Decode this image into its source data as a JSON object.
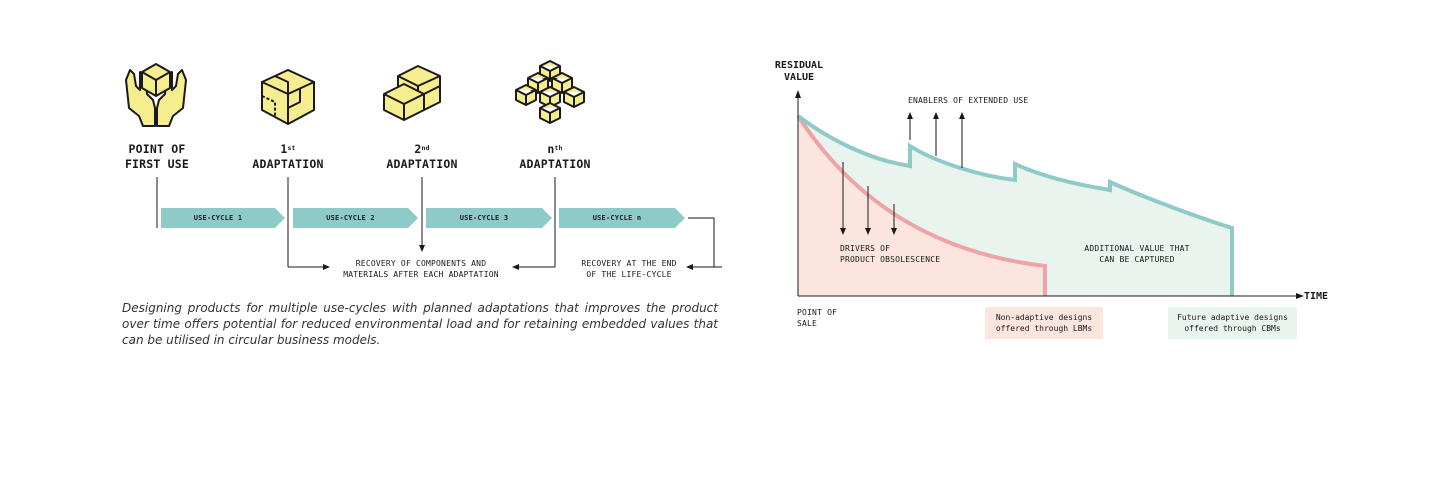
{
  "diagram": {
    "stages": [
      {
        "line1": "POINT OF",
        "line2": "FIRST USE",
        "sup": "",
        "icon": "hands-holding-cube-icon"
      },
      {
        "line1": "1",
        "sup": "st",
        "line2": "ADAPTATION",
        "icon": "cube-exploded-icon"
      },
      {
        "line1": "2",
        "sup": "nd",
        "line2": "ADAPTATION",
        "icon": "cube-stacked-icon"
      },
      {
        "line1": "n",
        "sup": "th",
        "line2": "ADAPTATION",
        "icon": "cube-cluster-icon"
      }
    ],
    "use_cycles": [
      "USE-CYCLE 1",
      "USE-CYCLE 2",
      "USE-CYCLE 3",
      "USE-CYCLE n"
    ],
    "recovery_components": [
      "RECOVERY OF COMPONENTS AND",
      "MATERIALS AFTER EACH ADAPTATION"
    ],
    "recovery_end": [
      "RECOVERY AT THE END",
      "OF THE LIFE-CYCLE"
    ],
    "caption": "Designing products for multiple use-cycles with planned adaptations that improves the product over time offers potential for reduced environmental load and for retaining embedded values that can be utilised in circular business models."
  },
  "graph": {
    "y_axis": [
      "RESIDUAL",
      "VALUE"
    ],
    "x_axis": "TIME",
    "origin": [
      "POINT OF",
      "SALE"
    ],
    "enablers": "ENABLERS OF EXTENDED USE",
    "drivers": [
      "DRIVERS OF",
      "PRODUCT OBSOLESCENCE"
    ],
    "additional": [
      "ADDITIONAL VALUE THAT",
      "CAN BE CAPTURED"
    ],
    "legend_lbm": [
      "Non-adaptive designs",
      "offered through LBMs"
    ],
    "legend_cbm": [
      "Future adaptive designs",
      "offered through CBMs"
    ],
    "colors": {
      "teal": "#8ecac8",
      "teal_fill": "#e9f4ee",
      "red": "#f0a3a6",
      "red_fill": "#fce5df",
      "icon_yellow": "#f6ee8e"
    }
  }
}
